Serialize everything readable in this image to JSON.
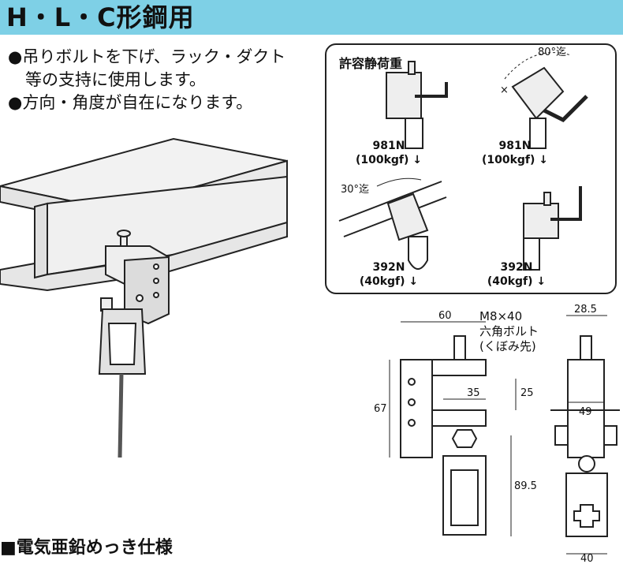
{
  "title": "H・L・C形鋼用",
  "bullets": [
    {
      "line1": "●吊りボルトを下げ、ラック・ダクト",
      "line2": "等の支持に使用します。"
    },
    {
      "line1": "●方向・角度が自在になります。",
      "line2": ""
    }
  ],
  "loads_panel": {
    "title": "許容静荷重",
    "angle_80": "80°迄",
    "angle_30": "30°迄",
    "x_mark": "×",
    "loads": [
      {
        "n": "981N",
        "kgf": "(100kgf) ↓"
      },
      {
        "n": "981N",
        "kgf": "(100kgf) ↓"
      },
      {
        "n": "392N",
        "kgf": "(40kgf) ↓"
      },
      {
        "n": "392N",
        "kgf": "(40kgf) ↓"
      }
    ]
  },
  "dimensions": {
    "top_width": "60",
    "bolt_line1": "M8×40",
    "bolt_line2": "六角ボルト",
    "bolt_line3": "(くぼみ先)",
    "side_width": "28.5",
    "height_67": "67",
    "inner_35": "35",
    "jaw_25": "25",
    "inner_49": "49",
    "hanger_89_5": "89.5",
    "bottom_40": "40"
  },
  "spec_label": "■電気亜鉛めっき仕様"
}
